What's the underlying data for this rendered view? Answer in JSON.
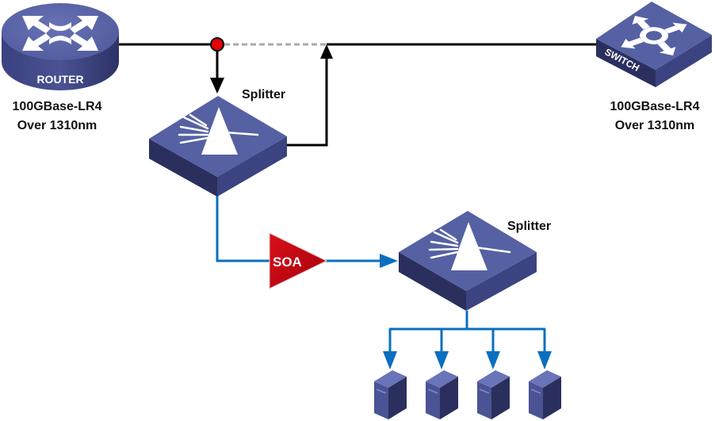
{
  "diagram": {
    "title": "",
    "nodes": {
      "router": {
        "label": "ROUTER",
        "caption_line1": "100GBase-LR4",
        "caption_line2": "Over 1310nm",
        "icon": "router-icon"
      },
      "switch": {
        "label": "SWITCH",
        "caption_line1": "100GBase-LR4",
        "caption_line2": "Over 1310nm",
        "icon": "switch-icon"
      },
      "splitter1": {
        "label": "Splitter",
        "icon": "splitter-prism-icon"
      },
      "splitter2": {
        "label": "Splitter",
        "icon": "splitter-prism-icon"
      },
      "soa": {
        "label": "SOA",
        "icon": "amplifier-triangle-icon"
      },
      "servers": [
        {
          "icon": "server-tower-icon"
        },
        {
          "icon": "server-tower-icon"
        },
        {
          "icon": "server-tower-icon"
        },
        {
          "icon": "server-tower-icon"
        }
      ],
      "tap_point": {
        "icon": "tap-point-icon"
      }
    },
    "links": [
      {
        "from": "router",
        "to": "tap_point",
        "style": "solid",
        "color": "#000000"
      },
      {
        "from": "tap_point",
        "to": "splitter1",
        "style": "solid-arrow",
        "color": "#000000"
      },
      {
        "from": "tap_point",
        "to": "switch",
        "style": "dashed",
        "color": "#aaaaaa"
      },
      {
        "from": "splitter1",
        "to": "switch",
        "style": "solid-arrow",
        "color": "#000000"
      },
      {
        "from": "splitter1",
        "to": "soa",
        "style": "solid",
        "color": "#0a6fbf"
      },
      {
        "from": "soa",
        "to": "splitter2",
        "style": "solid-arrow",
        "color": "#0a6fbf"
      },
      {
        "from": "splitter2",
        "to": "servers",
        "style": "solid-arrow",
        "color": "#0a6fbf"
      }
    ],
    "colors": {
      "device_top": "#5561a3",
      "device_side_dark": "#2a2f5e",
      "device_side_mid": "#3b4380",
      "tap_point": "#e60000",
      "soa_fill": "#c4000a",
      "optical_link": "#0a6fbf",
      "electrical_link": "#000000"
    }
  }
}
